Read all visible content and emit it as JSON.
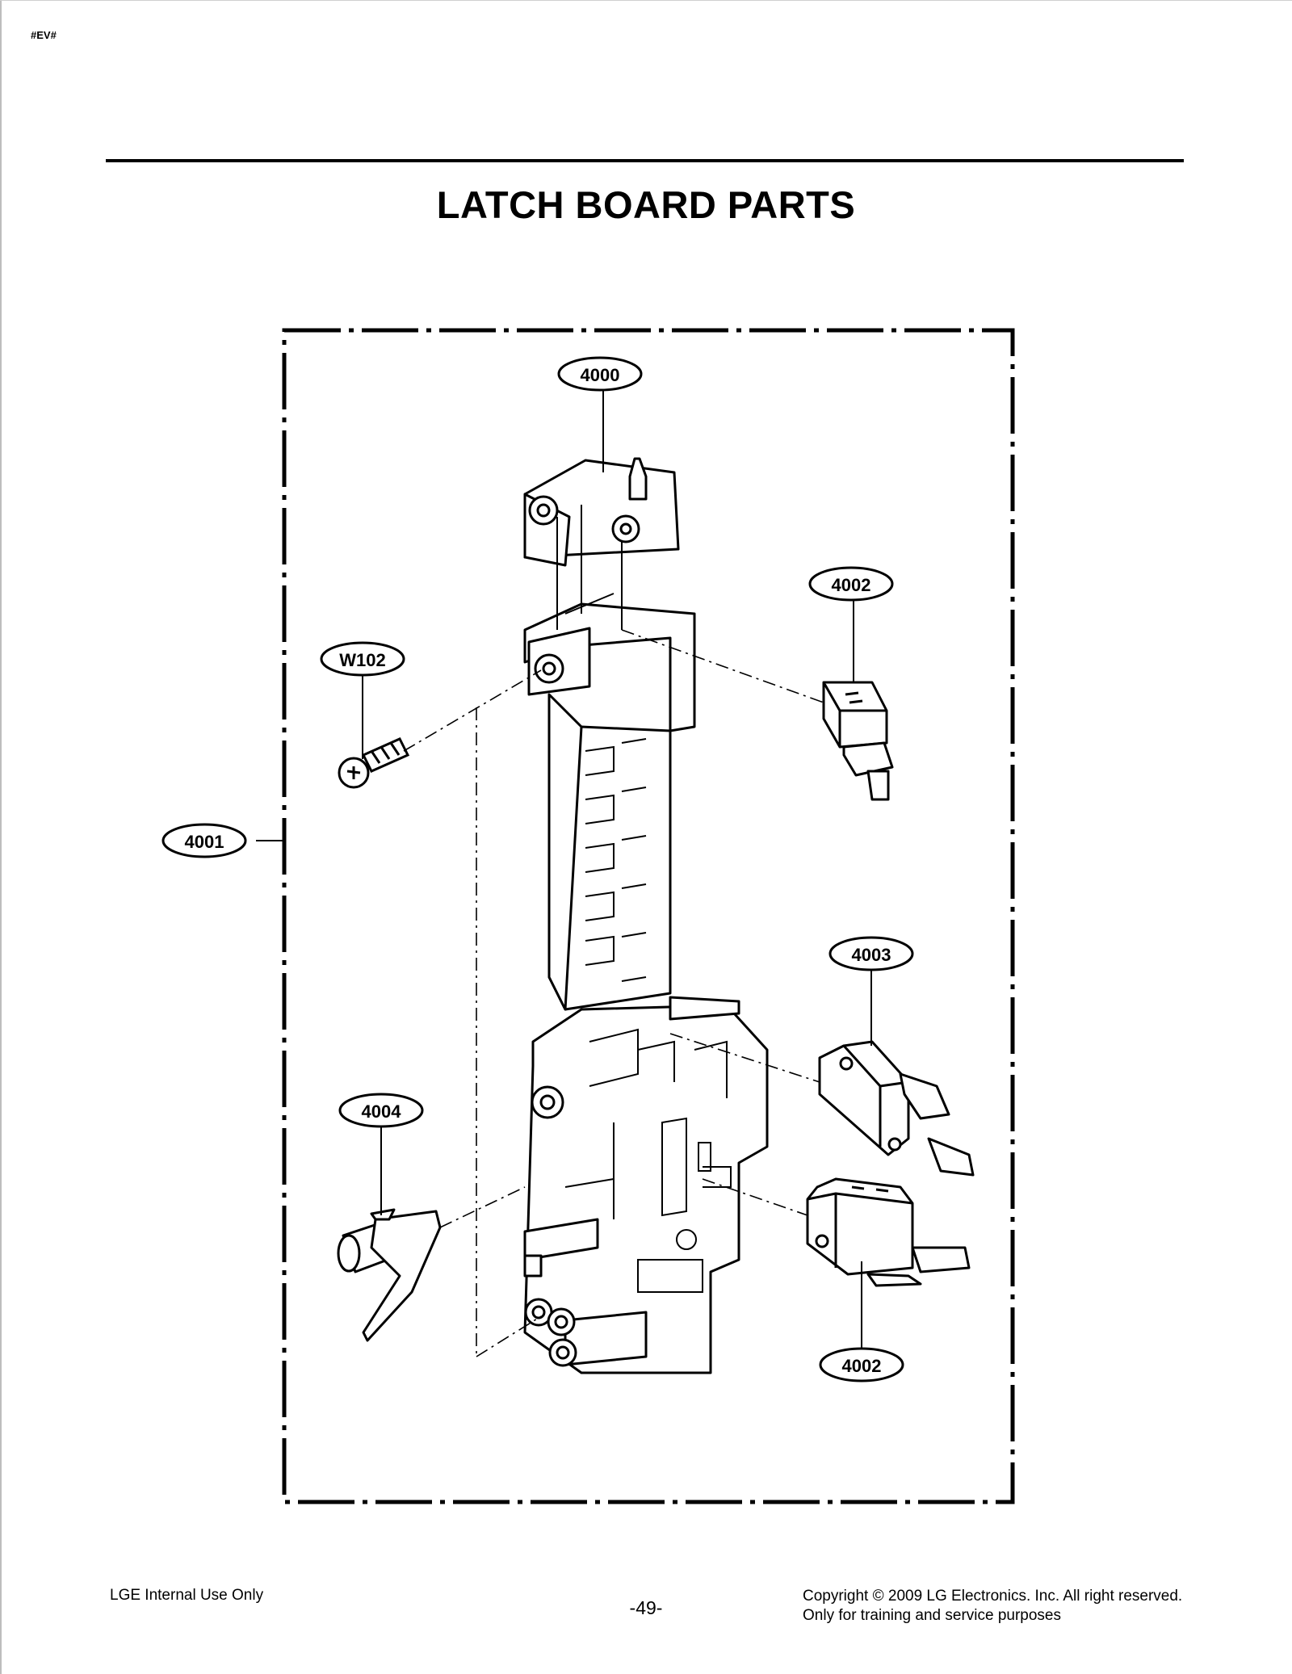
{
  "page_tag": "#EV#",
  "title": "LATCH BOARD PARTS",
  "part_labels": {
    "latch_board": "4000",
    "switch_top": "4002",
    "screw": "W102",
    "frame": "4001",
    "switch_mid": "4003",
    "lever": "4004",
    "switch_bottom": "4002"
  },
  "footer": {
    "left": "LGE Internal Use Only",
    "page_number": "-49-",
    "copyright_line1": "Copyright © 2009 LG Electronics. Inc. All right reserved.",
    "copyright_line2": "Only for training and service purposes"
  }
}
